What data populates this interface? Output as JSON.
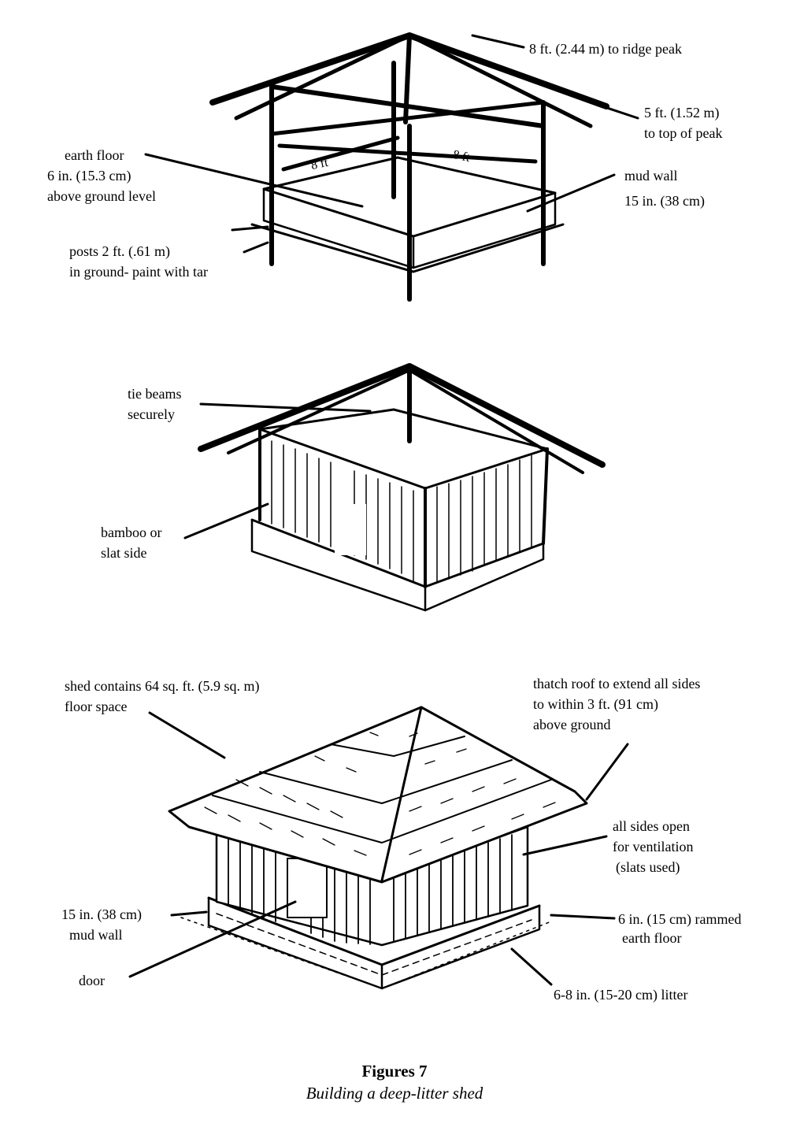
{
  "figure1": {
    "ridge_peak": "8 ft. (2.44 m) to ridge peak",
    "top_of_peak": [
      "5 ft. (1.52 m)",
      "to top of peak"
    ],
    "earth_floor": [
      "earth floor",
      "6 in. (15.3 cm)",
      "above ground level"
    ],
    "mud_wall": [
      "mud wall",
      "15 in. (38 cm)"
    ],
    "posts": [
      "posts 2 ft. (.61 m)",
      "in ground- paint with tar"
    ],
    "dimension_marks": [
      "8 ft",
      "8 ft"
    ]
  },
  "figure2": {
    "tie_beams": [
      "tie beams",
      "securely"
    ],
    "bamboo": [
      "bamboo or",
      "slat side"
    ]
  },
  "figure3": {
    "shed_contains": [
      "shed contains 64 sq. ft. (5.9 sq. m)",
      "floor space"
    ],
    "thatch_roof": [
      "thatch roof to extend all sides",
      "to within 3 ft. (91 cm)",
      "above ground"
    ],
    "all_sides_open": [
      "all sides open",
      "for ventilation",
      "(slats used)"
    ],
    "mud_wall": [
      "15 in. (38 cm)",
      "mud wall"
    ],
    "rammed_floor": [
      "6 in. (15 cm) rammed",
      "earth floor"
    ],
    "door": "door",
    "litter": "6-8 in. (15-20 cm) litter"
  },
  "caption": {
    "title": "Figures 7",
    "subtitle": "Building a deep-litter shed"
  }
}
